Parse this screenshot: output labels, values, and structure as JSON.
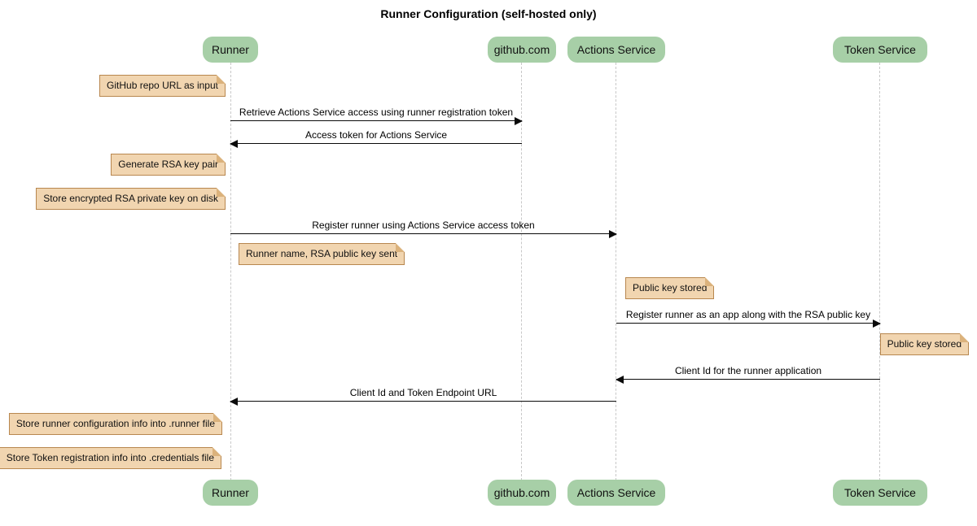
{
  "title": "Runner Configuration (self-hosted only)",
  "colors": {
    "participant_fill": "#A7CFA7",
    "note_fill": "#F1D5B0",
    "note_border": "#B8874F",
    "note_fold": "#DBB27C",
    "lifeline": "#C8C8C8",
    "arrow": "#0A0A0A",
    "background": "#FFFFFF"
  },
  "participants": [
    {
      "name": "Runner"
    },
    {
      "name": "github.com"
    },
    {
      "name": "Actions Service"
    },
    {
      "name": "Token Service"
    }
  ],
  "messages": [
    {
      "from": "Runner",
      "to": "github.com",
      "direction": "right",
      "label": "Retrieve Actions Service access using runner registration token"
    },
    {
      "from": "github.com",
      "to": "Runner",
      "direction": "left",
      "label": "Access token for Actions Service"
    },
    {
      "from": "Runner",
      "to": "Actions Service",
      "direction": "right",
      "label": "Register runner using Actions Service access token"
    },
    {
      "from": "Actions Service",
      "to": "Token Service",
      "direction": "right",
      "label": "Register runner as an app along with the RSA public key"
    },
    {
      "from": "Token Service",
      "to": "Actions Service",
      "direction": "left",
      "label": "Client Id for the runner application"
    },
    {
      "from": "Actions Service",
      "to": "Runner",
      "direction": "left",
      "label": "Client Id and Token Endpoint URL"
    }
  ],
  "notes": [
    {
      "anchor": "Runner",
      "side": "left",
      "label": "GitHub repo URL as input"
    },
    {
      "anchor": "Runner",
      "side": "left",
      "label": "Generate RSA key pair"
    },
    {
      "anchor": "Runner",
      "side": "left",
      "label": "Store encrypted RSA private key on disk"
    },
    {
      "anchor": "Runner",
      "side": "right",
      "label": "Runner name, RSA public key sent"
    },
    {
      "anchor": "Actions Service",
      "side": "right",
      "label": "Public key stored"
    },
    {
      "anchor": "Token Service",
      "side": "right",
      "label": "Public key stored"
    },
    {
      "anchor": "Runner",
      "side": "left",
      "label": "Store runner configuration info into .runner file"
    },
    {
      "anchor": "Runner",
      "side": "left",
      "label": "Store Token registration info into .credentials file"
    }
  ]
}
